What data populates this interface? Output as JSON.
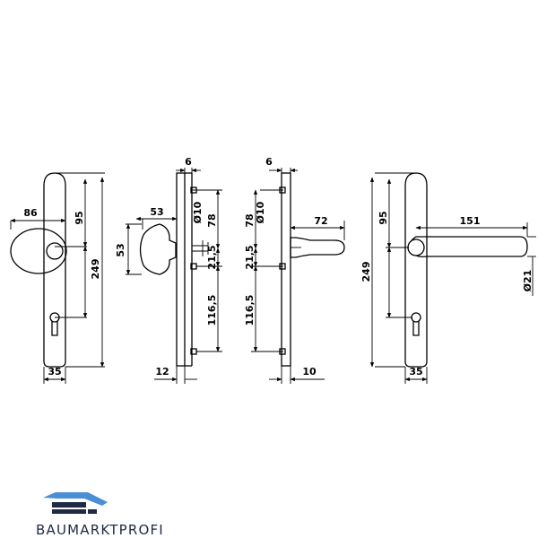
{
  "views": {
    "knob_front": {
      "width": "35",
      "overall_height": "249",
      "upper": "95",
      "knob_offset": "86"
    },
    "knob_side": {
      "knob_depth": "53",
      "knob_diameter": "53",
      "plate_thickness": "12"
    },
    "plate_center": {
      "top_offset": "6",
      "hole_diameter": "Ø10",
      "upper": "78",
      "mid": "21,5",
      "lower": "116,5"
    },
    "plate_right": {
      "top_offset": "6",
      "hole_diameter": "Ø10",
      "upper": "78",
      "mid": "21,5",
      "lower": "116,5",
      "lever_length": "72",
      "plate_thickness": "10"
    },
    "lever_front": {
      "lever_length": "151",
      "upper": "95",
      "overall_height": "249",
      "lever_diameter": "Ø21",
      "width": "35"
    }
  },
  "logo": {
    "text": "BAUMARKTPROFI",
    "colors": {
      "primary": "#1f2a44",
      "accent": "#4a8fd6"
    }
  }
}
